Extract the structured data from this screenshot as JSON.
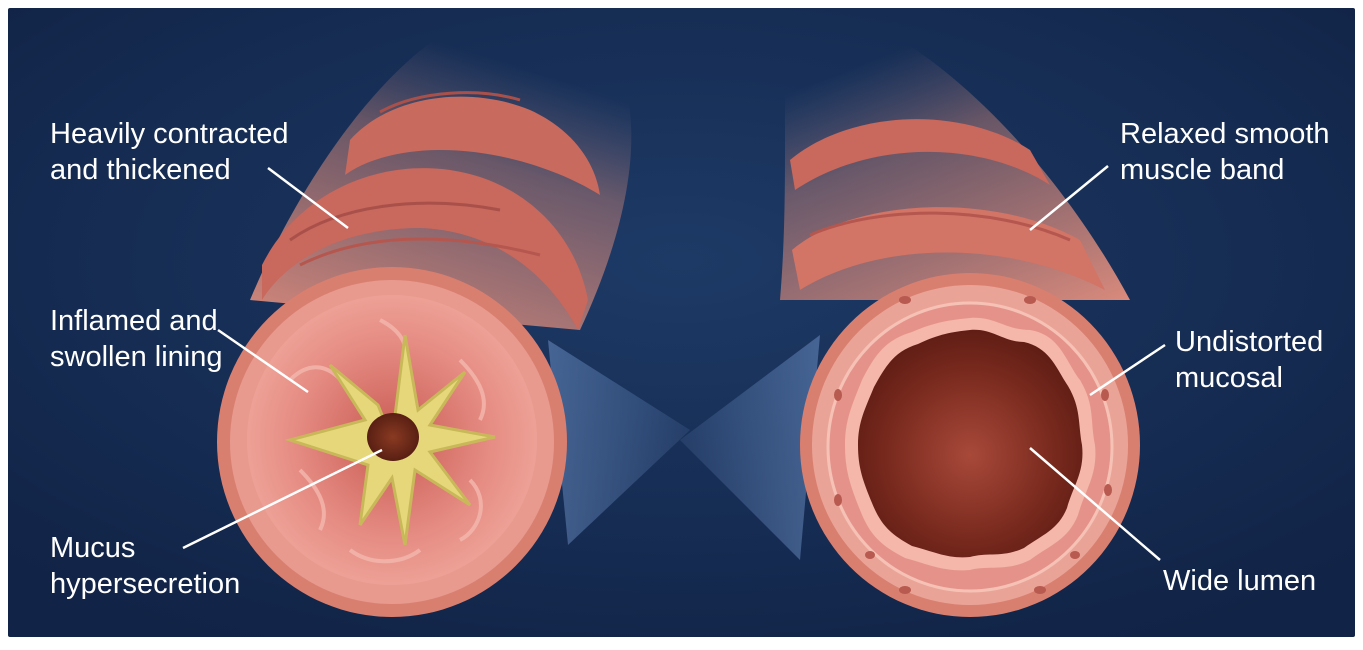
{
  "colors": {
    "background": "#14284d",
    "tissue_outer": "#d9806f",
    "tissue_inner": "#e89a8e",
    "muscle_band": "#c9685c",
    "lumen": "#6e2418",
    "mucus": "#e3d476",
    "leader_line": "#ffffff"
  },
  "labels": {
    "contracted": {
      "line1": "Heavily contracted",
      "line2": "and thickened"
    },
    "inflamed": {
      "line1": "Inflamed and",
      "line2": "swollen lining"
    },
    "mucus": {
      "line1": "Mucus",
      "line2": "hypersecretion"
    },
    "relaxed": {
      "line1": "Relaxed smooth",
      "line2": "muscle band"
    },
    "undistorted": {
      "line1": "Undistorted",
      "line2": "mucosal"
    },
    "wide_lumen": {
      "line1": "Wide lumen"
    }
  }
}
